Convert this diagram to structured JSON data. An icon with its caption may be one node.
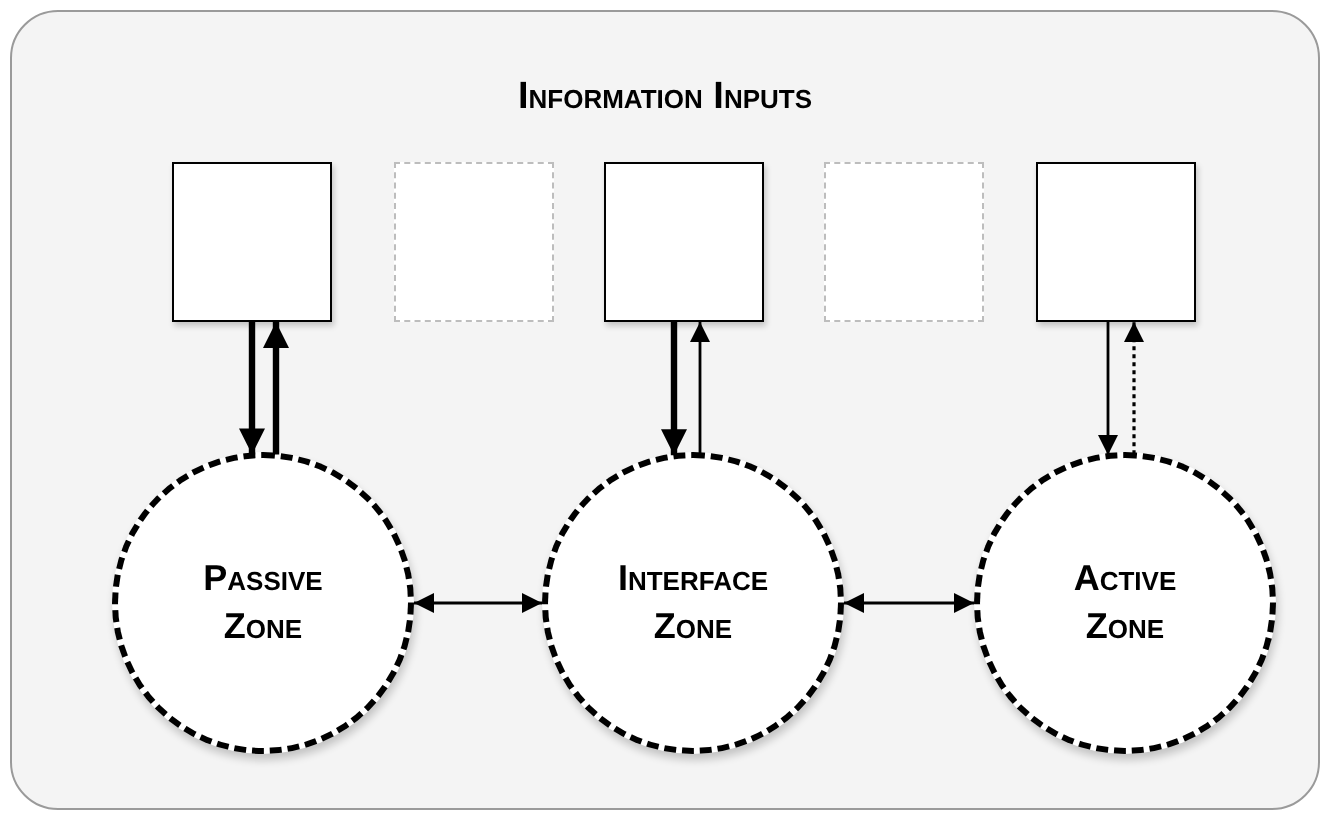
{
  "diagram": {
    "nodes": [
      {
        "text": [
          "Information Inputs"
        ]
      },
      {
        "text": [],
        "shape": "box",
        "in": 0
      },
      {
        "text": [],
        "shape": "box",
        "in": 0
      },
      {
        "text": [],
        "shape": "box",
        "in": 0
      },
      {
        "text": [],
        "shape": "box",
        "in": 0
      },
      {
        "text": [],
        "shape": "box",
        "in": 0
      },
      {
        "text": [
          "Passive Zone"
        ],
        "in": 0
      },
      {
        "text": [
          "Interface Zone"
        ],
        "in": 0
      },
      {
        "text": [
          "Active Zone"
        ],
        "in": 0
      }
    ],
    "edges": [
      {
        "from": 1,
        "to": 6,
        "arrow": "to",
        "style": "thick"
      },
      {
        "from": 6,
        "to": 1,
        "arrow": "to",
        "style": "thick"
      },
      {
        "from": 3,
        "to": 7,
        "arrow": "to",
        "style": "thick"
      },
      {
        "from": 7,
        "to": 3,
        "arrow": "to"
      },
      {
        "from": 5,
        "to": 8,
        "arrow": "to"
      },
      {
        "from": 8,
        "to": 5,
        "arrow": "to",
        "style": "dashed"
      },
      {
        "from": 6,
        "to": 7,
        "arrow": "both"
      },
      {
        "from": 7,
        "to": 8,
        "arrow": "both"
      }
    ]
  }
}
